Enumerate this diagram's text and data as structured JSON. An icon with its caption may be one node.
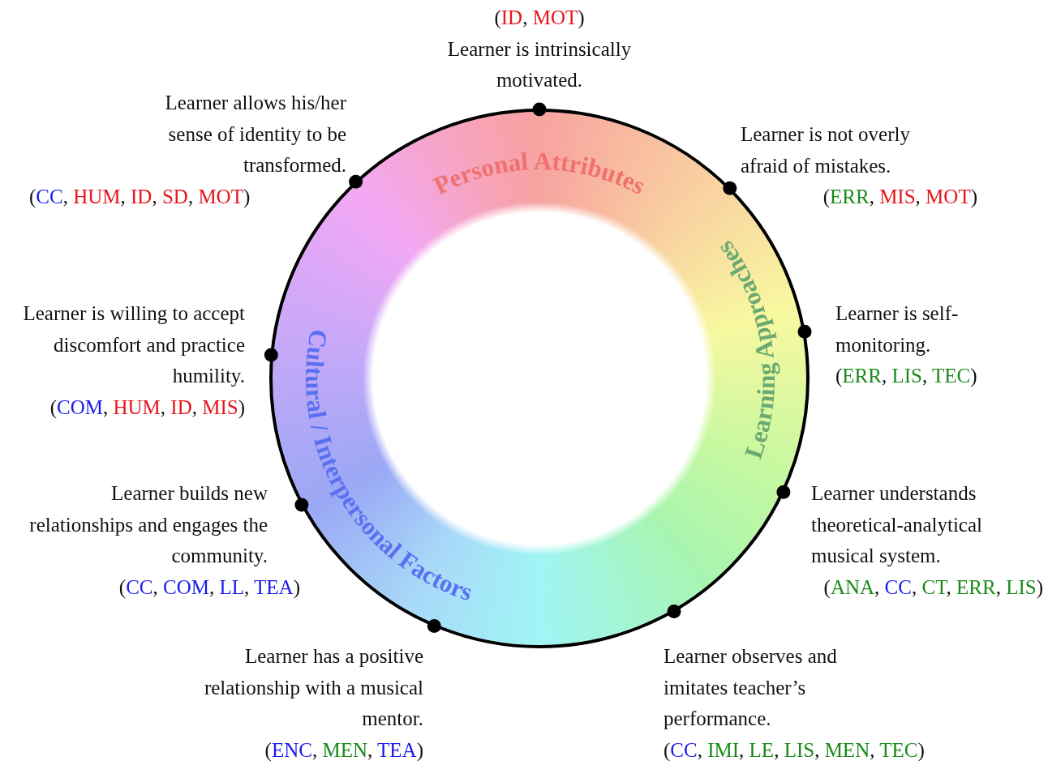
{
  "diagram": {
    "nodes": [
      {
        "text": [
          "Personal Attributes",
          "Learning Approaches",
          "Cultural / Interpersonal Factors"
        ]
      },
      {
        "text": [
          "(ID, MOT)",
          "Learner is intrinsically motivated."
        ]
      },
      {
        "text": [
          "Learner is not overly afraid of mistakes.",
          "(ERR, MIS, MOT)"
        ]
      },
      {
        "text": [
          "Learner is self-monitoring.",
          "(ERR, LIS, TEC)"
        ]
      },
      {
        "text": [
          "Learner understands theoretical-analytical musical system.",
          "(ANA, CC, CT, ERR, LIS)"
        ]
      },
      {
        "text": [
          "Learner observes and imitates teacher’s performance.",
          "(CC, IMI, LE, LIS, MEN, TEC)"
        ]
      },
      {
        "text": [
          "Learner has a positive relationship with a musical mentor.",
          "(ENC, MEN, TEA)"
        ]
      },
      {
        "text": [
          "Learner builds new relationships and engages the community.",
          "(CC, COM, LL, TEA)"
        ]
      },
      {
        "text": [
          "Learner is willing to accept discomfort and practice humility.",
          "(COM, HUM, ID, MIS)"
        ]
      },
      {
        "text": [
          "Learner allows his/her sense of identity to be transformed.",
          "(CC, HUM, ID, SD, MOT)"
        ]
      }
    ],
    "edges": []
  }
}
